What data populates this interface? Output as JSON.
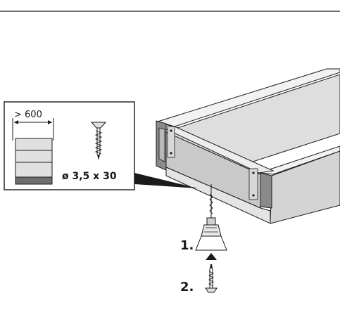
{
  "inset": {
    "width_label": "> 600",
    "screw_spec": "ø 3,5 x 30"
  },
  "steps": [
    {
      "label": "1.",
      "description_icon": "drill-icon"
    },
    {
      "label": "2.",
      "description_icon": "screw-icon"
    }
  ],
  "colors": {
    "line": "#1a1a1a",
    "panel_light": "#e6e6e6",
    "panel_mid": "#cfcfcf",
    "panel_dark": "#9a9a9a",
    "cabinet_base": "#6e6e6e"
  }
}
